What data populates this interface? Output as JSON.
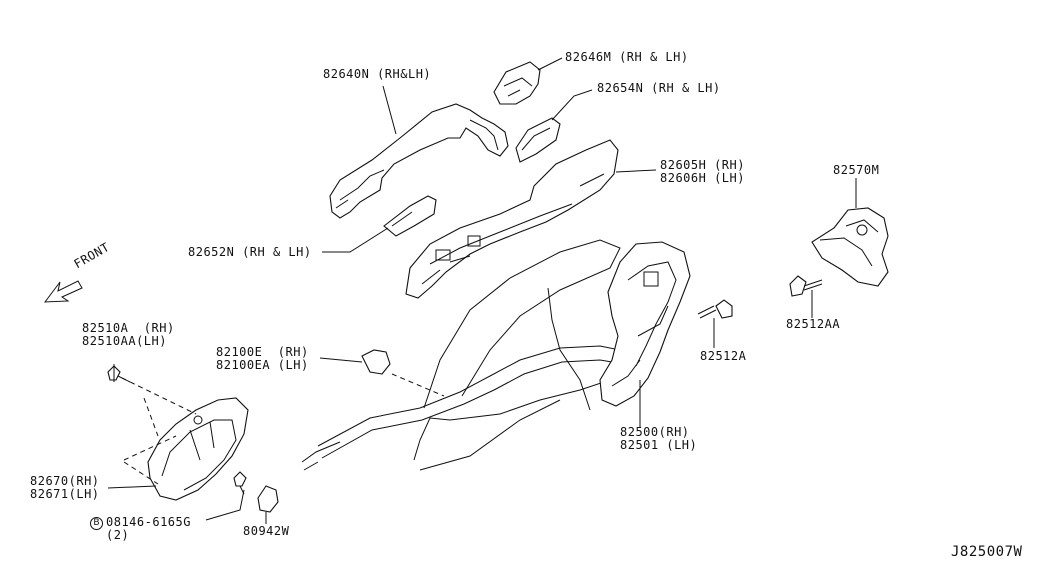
{
  "callouts": {
    "handle_outer": "82640N (RH&LH)",
    "escutcheon_cap": "82646M (RH & LH)",
    "gasket_rear": "82654N (RH & LH)",
    "handle_bracket_rh": "82605H (RH)",
    "handle_bracket_lh": "82606H (LH)",
    "gasket_front": "82652N (RH & LH)",
    "striker": "82570M",
    "striker_screw": "82512AA",
    "lock_screw": "82512A",
    "lock_rh": "82500(RH)",
    "lock_lh": "82501 (LH)",
    "rod_clip_rh": "82100E  (RH)",
    "rod_clip_lh": "82100EA (LH)",
    "inside_screw_rh": "82510A  (RH)",
    "inside_screw_lh": "82510AA(LH)",
    "inside_handle_rh": "82670(RH)",
    "inside_handle_lh": "82671(LH)",
    "bolt_prefix": "B",
    "bolt": "08146-6165G",
    "bolt_qty": "(2)",
    "cap": "80942W",
    "front_arrow": "FRONT"
  },
  "diagram_id": "J825007W"
}
